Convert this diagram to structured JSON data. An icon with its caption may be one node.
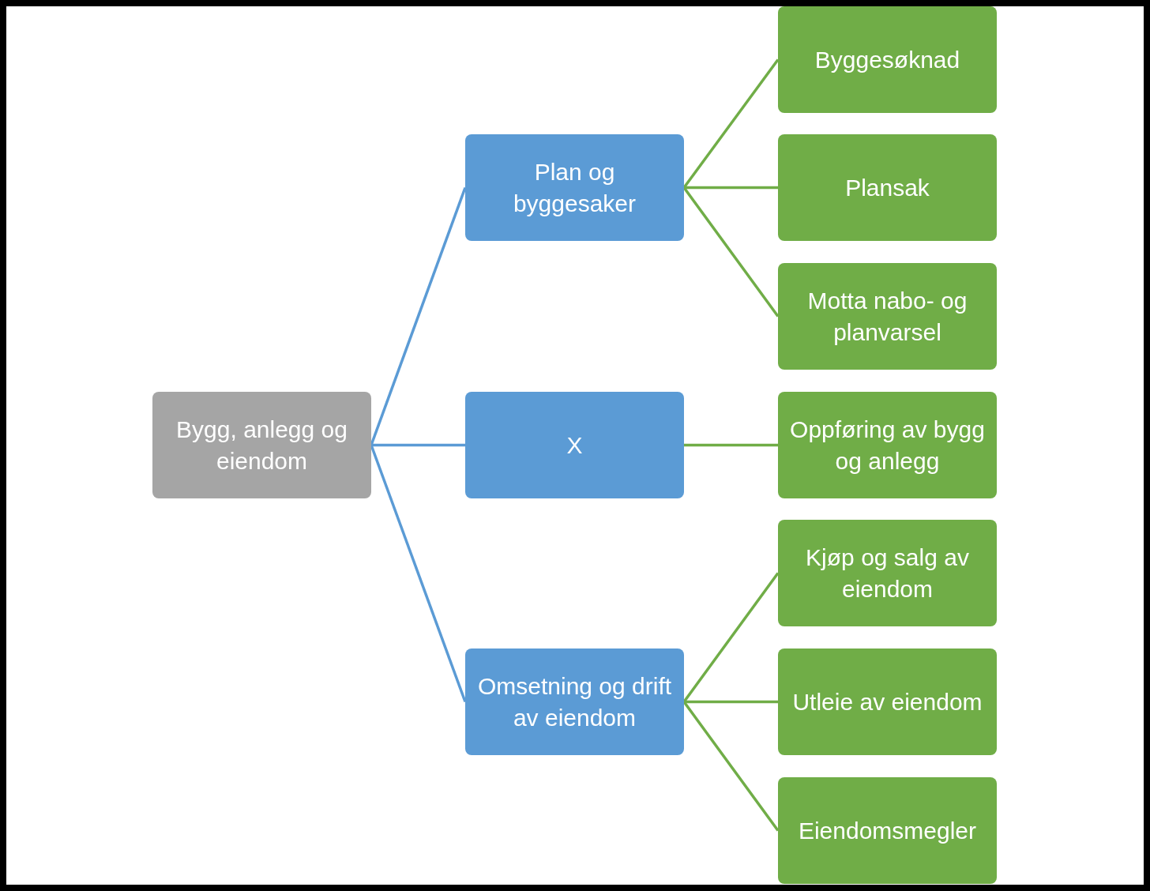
{
  "diagram": {
    "nodes": [
      {
        "text": [
          "Bygg, anlegg og eiendom"
        ]
      },
      {
        "text": [
          "Plan og byggesaker"
        ]
      },
      {
        "text": [
          "X"
        ]
      },
      {
        "text": [
          "Omsetning og drift av eiendom"
        ]
      },
      {
        "text": [
          "Byggesøknad"
        ]
      },
      {
        "text": [
          "Plansak"
        ]
      },
      {
        "text": [
          "Motta nabo- og planvarsel"
        ]
      },
      {
        "text": [
          "Oppføring av bygg og anlegg"
        ]
      },
      {
        "text": [
          "Kjøp og salg av eiendom"
        ]
      },
      {
        "text": [
          "Utleie av eiendom"
        ]
      },
      {
        "text": [
          "Eiendomsmegler"
        ]
      }
    ],
    "edges": [
      {
        "from": 0,
        "to": 1,
        "arrow": "none",
        "color": "#5b9bd5"
      },
      {
        "from": 0,
        "to": 2,
        "arrow": "none",
        "color": "#5b9bd5"
      },
      {
        "from": 0,
        "to": 3,
        "arrow": "none",
        "color": "#5b9bd5"
      },
      {
        "from": 1,
        "to": 4,
        "arrow": "none"
      },
      {
        "from": 1,
        "to": 5,
        "arrow": "none"
      },
      {
        "from": 1,
        "to": 6,
        "arrow": "none"
      },
      {
        "from": 2,
        "to": 7,
        "arrow": "none"
      },
      {
        "from": 3,
        "to": 8,
        "arrow": "none"
      },
      {
        "from": 3,
        "to": 9,
        "arrow": "none"
      },
      {
        "from": 3,
        "to": 10,
        "arrow": "none"
      }
    ]
  }
}
